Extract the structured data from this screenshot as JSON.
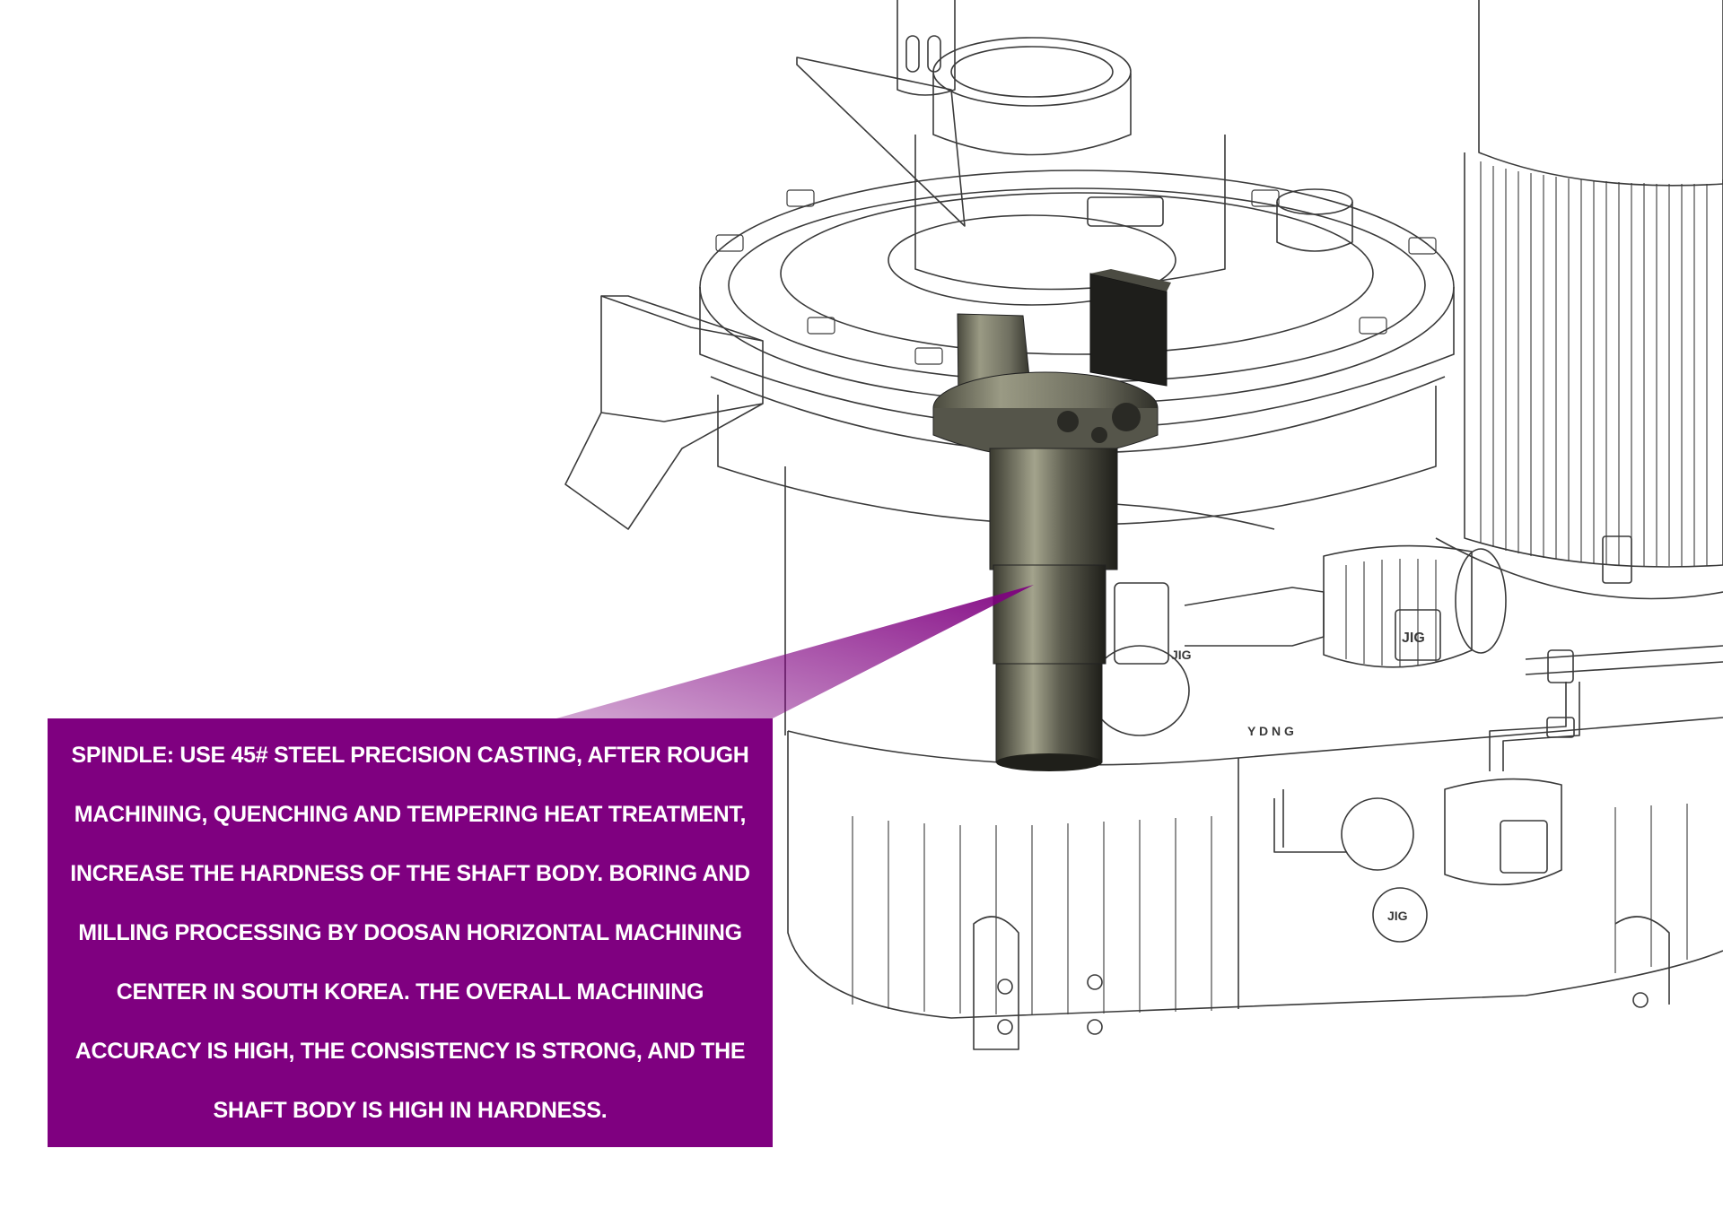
{
  "callout": {
    "text": "SPINDLE: USE 45# STEEL PRECISION CASTING, AFTER ROUGH MACHINING, QUENCHING AND TEMPERING HEAT TREATMENT, INCREASE THE HARDNESS OF THE SHAFT BODY. BORING AND MILLING PROCESSING BY DOOSAN HORIZONTAL MACHINING CENTER IN SOUTH KOREA. THE OVERALL MACHINING ACCURACY IS HIGH, THE CONSISTENCY IS STRONG, AND THE SHAFT BODY IS HIGH IN HARDNESS."
  },
  "motor_badges": [
    "JIG",
    "JIG",
    "JIG"
  ],
  "frame_lettering": "Y  D  N  G",
  "colors": {
    "callout_background": "#7f0080",
    "callout_text": "#ffffff",
    "line_art": "#3a3a3a",
    "spindle_dark": "#2b2b24",
    "spindle_light": "#9c9c86"
  }
}
